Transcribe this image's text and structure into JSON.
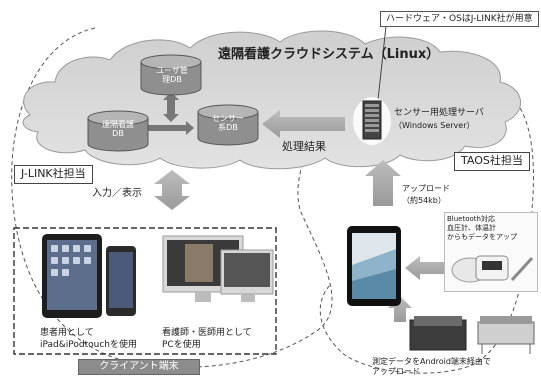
{
  "callout": {
    "text": "ハードウェア・OSはJ-LINK社が用意"
  },
  "cloud": {
    "title": "遠隔看護クラウドシステム（Linux）"
  },
  "databases": {
    "user_db": [
      "ユーザ管",
      "理DB"
    ],
    "nursing_db": [
      "遠隔看護",
      "DB"
    ],
    "sensor_db": [
      "センサー",
      "系DB"
    ]
  },
  "server": {
    "label": "センサー用処理サーバ",
    "sublabel": "（Windows Server）"
  },
  "flows": {
    "result": "処理結果",
    "input_display": "入力／表示",
    "upload": [
      "アップロード",
      "（約54kb）"
    ]
  },
  "owners": {
    "jlink": "J-LINK社担当",
    "taos": "TAOS社担当"
  },
  "client": {
    "patient": [
      "患者用として",
      "iPad&iPodtouchを使用"
    ],
    "staff": [
      "看護師・医師用として",
      "PCを使用"
    ],
    "footer": "クライアント端末"
  },
  "bluetooth": [
    "Bluetooth対応",
    "血圧計、体温計",
    "からもデータをアップ"
  ],
  "bottom_note": [
    "測定データをAndroid端末経由で",
    "アップロード"
  ]
}
